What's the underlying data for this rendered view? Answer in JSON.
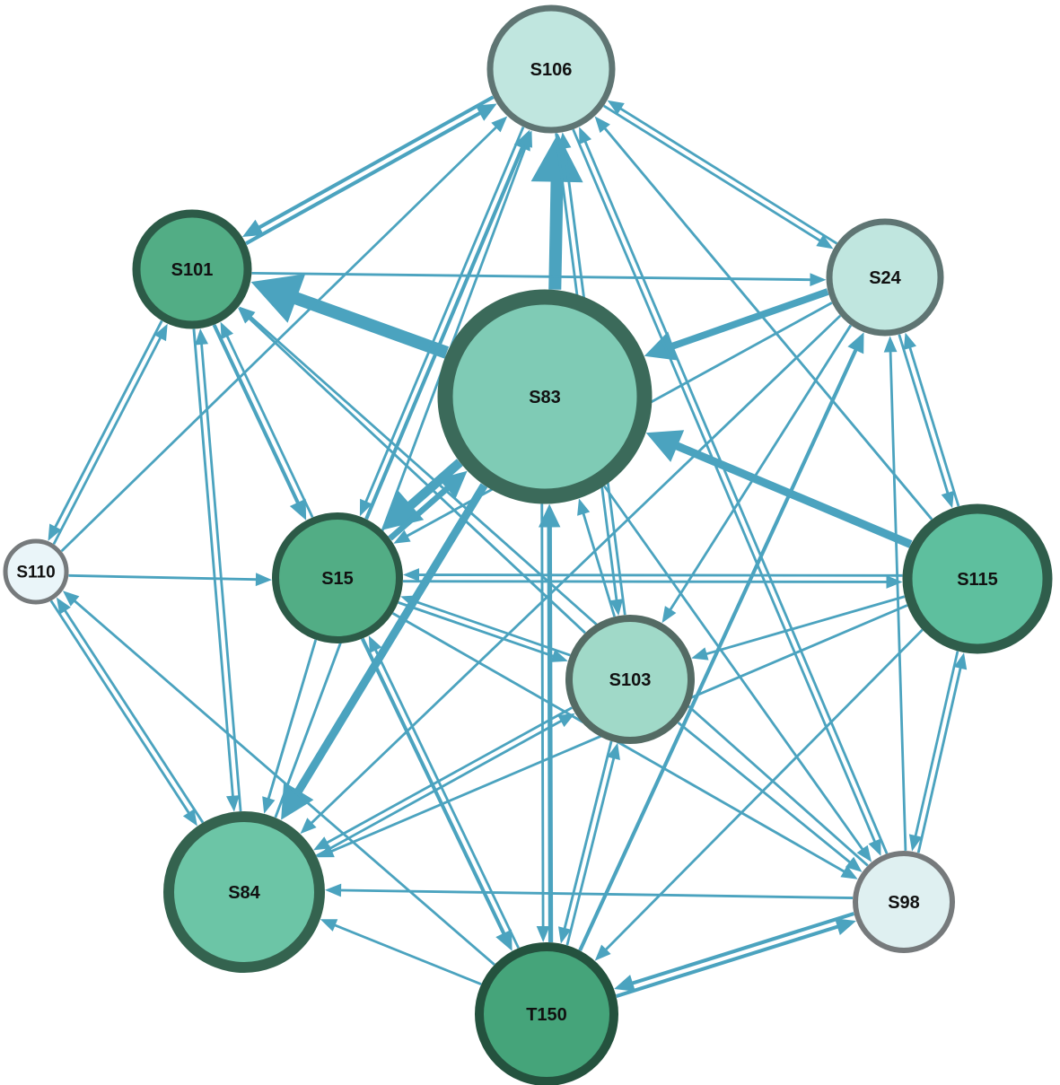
{
  "colors": {
    "edge": "#4ba3bf",
    "background": "#ffffff"
  },
  "nodes": [
    {
      "id": "S106",
      "label": "S106",
      "fill": "#c0e6df",
      "stroke": "#5f7573"
    },
    {
      "id": "S101",
      "label": "S101",
      "fill": "#52ad85",
      "stroke": "#2c5a47"
    },
    {
      "id": "S24",
      "label": "S24",
      "fill": "#c0e6df",
      "stroke": "#5f7573"
    },
    {
      "id": "S83",
      "label": "S83",
      "fill": "#7fcbb5",
      "stroke": "#3b6a5a"
    },
    {
      "id": "S110",
      "label": "S110",
      "fill": "#eaf5f9",
      "stroke": "#767a7c"
    },
    {
      "id": "S15",
      "label": "S15",
      "fill": "#52ad85",
      "stroke": "#2c5a47"
    },
    {
      "id": "S115",
      "label": "S115",
      "fill": "#5ebf9e",
      "stroke": "#2f5d4b"
    },
    {
      "id": "S103",
      "label": "S103",
      "fill": "#a0d9c8",
      "stroke": "#546b64"
    },
    {
      "id": "S84",
      "label": "S84",
      "fill": "#6cc5a6",
      "stroke": "#34634f"
    },
    {
      "id": "S98",
      "label": "S98",
      "fill": "#dff0f1",
      "stroke": "#767a7c"
    },
    {
      "id": "T150",
      "label": "T150",
      "fill": "#45a47a",
      "stroke": "#24523e"
    }
  ],
  "edges": [
    {
      "from": "S83",
      "to": "S106",
      "weight": 10
    },
    {
      "from": "S83",
      "to": "S101",
      "weight": 10
    },
    {
      "from": "S24",
      "to": "S83",
      "weight": 5
    },
    {
      "from": "S115",
      "to": "S83",
      "weight": 6
    },
    {
      "from": "S83",
      "to": "S84",
      "weight": 6
    },
    {
      "from": "S83",
      "to": "S15",
      "weight": 7
    },
    {
      "from": "S15",
      "to": "S83",
      "weight": 4
    },
    {
      "from": "T150",
      "to": "S83",
      "weight": 3
    },
    {
      "from": "S101",
      "to": "S106",
      "weight": 2
    },
    {
      "from": "S106",
      "to": "S101",
      "weight": 2
    },
    {
      "from": "S106",
      "to": "S24",
      "weight": 1
    },
    {
      "from": "S24",
      "to": "S106",
      "weight": 1
    },
    {
      "from": "S106",
      "to": "S98",
      "weight": 1
    },
    {
      "from": "S98",
      "to": "S106",
      "weight": 1
    },
    {
      "from": "S15",
      "to": "S106",
      "weight": 2
    },
    {
      "from": "S106",
      "to": "S15",
      "weight": 1
    },
    {
      "from": "S84",
      "to": "S106",
      "weight": 1
    },
    {
      "from": "S110",
      "to": "S106",
      "weight": 1
    },
    {
      "from": "S115",
      "to": "S106",
      "weight": 1
    },
    {
      "from": "S103",
      "to": "S106",
      "weight": 1
    },
    {
      "from": "S106",
      "to": "S103",
      "weight": 1
    },
    {
      "from": "S101",
      "to": "S24",
      "weight": 1
    },
    {
      "from": "S101",
      "to": "S110",
      "weight": 1
    },
    {
      "from": "S110",
      "to": "S101",
      "weight": 1
    },
    {
      "from": "S101",
      "to": "S15",
      "weight": 2
    },
    {
      "from": "S15",
      "to": "S101",
      "weight": 1
    },
    {
      "from": "S101",
      "to": "S84",
      "weight": 1
    },
    {
      "from": "S84",
      "to": "S101",
      "weight": 1
    },
    {
      "from": "S103",
      "to": "S101",
      "weight": 1
    },
    {
      "from": "S98",
      "to": "S101",
      "weight": 1
    },
    {
      "from": "S24",
      "to": "S115",
      "weight": 1
    },
    {
      "from": "S115",
      "to": "S24",
      "weight": 1
    },
    {
      "from": "S24",
      "to": "S15",
      "weight": 1
    },
    {
      "from": "S24",
      "to": "S84",
      "weight": 1
    },
    {
      "from": "S24",
      "to": "S103",
      "weight": 1
    },
    {
      "from": "S98",
      "to": "S24",
      "weight": 1
    },
    {
      "from": "T150",
      "to": "S24",
      "weight": 2
    },
    {
      "from": "S110",
      "to": "S15",
      "weight": 1
    },
    {
      "from": "S110",
      "to": "S84",
      "weight": 1
    },
    {
      "from": "S84",
      "to": "S110",
      "weight": 1
    },
    {
      "from": "T150",
      "to": "S110",
      "weight": 1
    },
    {
      "from": "S115",
      "to": "S15",
      "weight": 1
    },
    {
      "from": "S15",
      "to": "S115",
      "weight": 1
    },
    {
      "from": "S15",
      "to": "S84",
      "weight": 1
    },
    {
      "from": "S15",
      "to": "T150",
      "weight": 2
    },
    {
      "from": "T150",
      "to": "S15",
      "weight": 1
    },
    {
      "from": "S15",
      "to": "S98",
      "weight": 1
    },
    {
      "from": "S15",
      "to": "S103",
      "weight": 1
    },
    {
      "from": "S103",
      "to": "S15",
      "weight": 1
    },
    {
      "from": "S115",
      "to": "S84",
      "weight": 1
    },
    {
      "from": "S115",
      "to": "S103",
      "weight": 1
    },
    {
      "from": "S115",
      "to": "T150",
      "weight": 1
    },
    {
      "from": "S98",
      "to": "S115",
      "weight": 1
    },
    {
      "from": "S115",
      "to": "S98",
      "weight": 1
    },
    {
      "from": "S103",
      "to": "S84",
      "weight": 1
    },
    {
      "from": "S84",
      "to": "S103",
      "weight": 1
    },
    {
      "from": "S103",
      "to": "T150",
      "weight": 1
    },
    {
      "from": "T150",
      "to": "S103",
      "weight": 1
    },
    {
      "from": "S103",
      "to": "S98",
      "weight": 1
    },
    {
      "from": "S103",
      "to": "S83",
      "weight": 1
    },
    {
      "from": "S83",
      "to": "S98",
      "weight": 1
    },
    {
      "from": "S98",
      "to": "S84",
      "weight": 1
    },
    {
      "from": "T150",
      "to": "S84",
      "weight": 1
    },
    {
      "from": "T150",
      "to": "S98",
      "weight": 2
    },
    {
      "from": "S98",
      "to": "T150",
      "weight": 2
    },
    {
      "from": "S83",
      "to": "T150",
      "weight": 1
    }
  ]
}
